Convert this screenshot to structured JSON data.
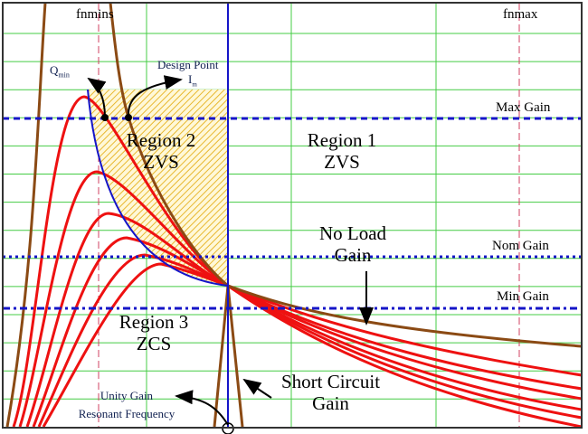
{
  "title_labels": {
    "fnmins": "fnmins",
    "fnmax": "fnmax"
  },
  "gain_levels": {
    "max": "Max Gain",
    "nom": "Nom Gain",
    "min": "Min Gain"
  },
  "regions": {
    "region1": {
      "name": "Region 1",
      "mode": "ZVS"
    },
    "region2": {
      "name": "Region 2",
      "mode": "ZVS"
    },
    "region3": {
      "name": "Region 3",
      "mode": "ZCS"
    }
  },
  "annotations": {
    "qmin": "Q",
    "qmin_sub": "min",
    "design_point": "Design Point",
    "design_point_sub": "I",
    "design_point_sub2": "m",
    "no_load_gain_1": "No Load",
    "no_load_gain_2": "Gain",
    "short_circuit_1": "Short Circuit",
    "short_circuit_2": "Gain",
    "unity_gain_1": "Unity Gain",
    "unity_gain_2": "Resonant Frequency"
  },
  "colors": {
    "grid": "#44cc44",
    "load_curves": "#ee1111",
    "limit_curves": "#8b4a14",
    "boundary": "#1515c8",
    "hatch": "#e8b830"
  }
}
